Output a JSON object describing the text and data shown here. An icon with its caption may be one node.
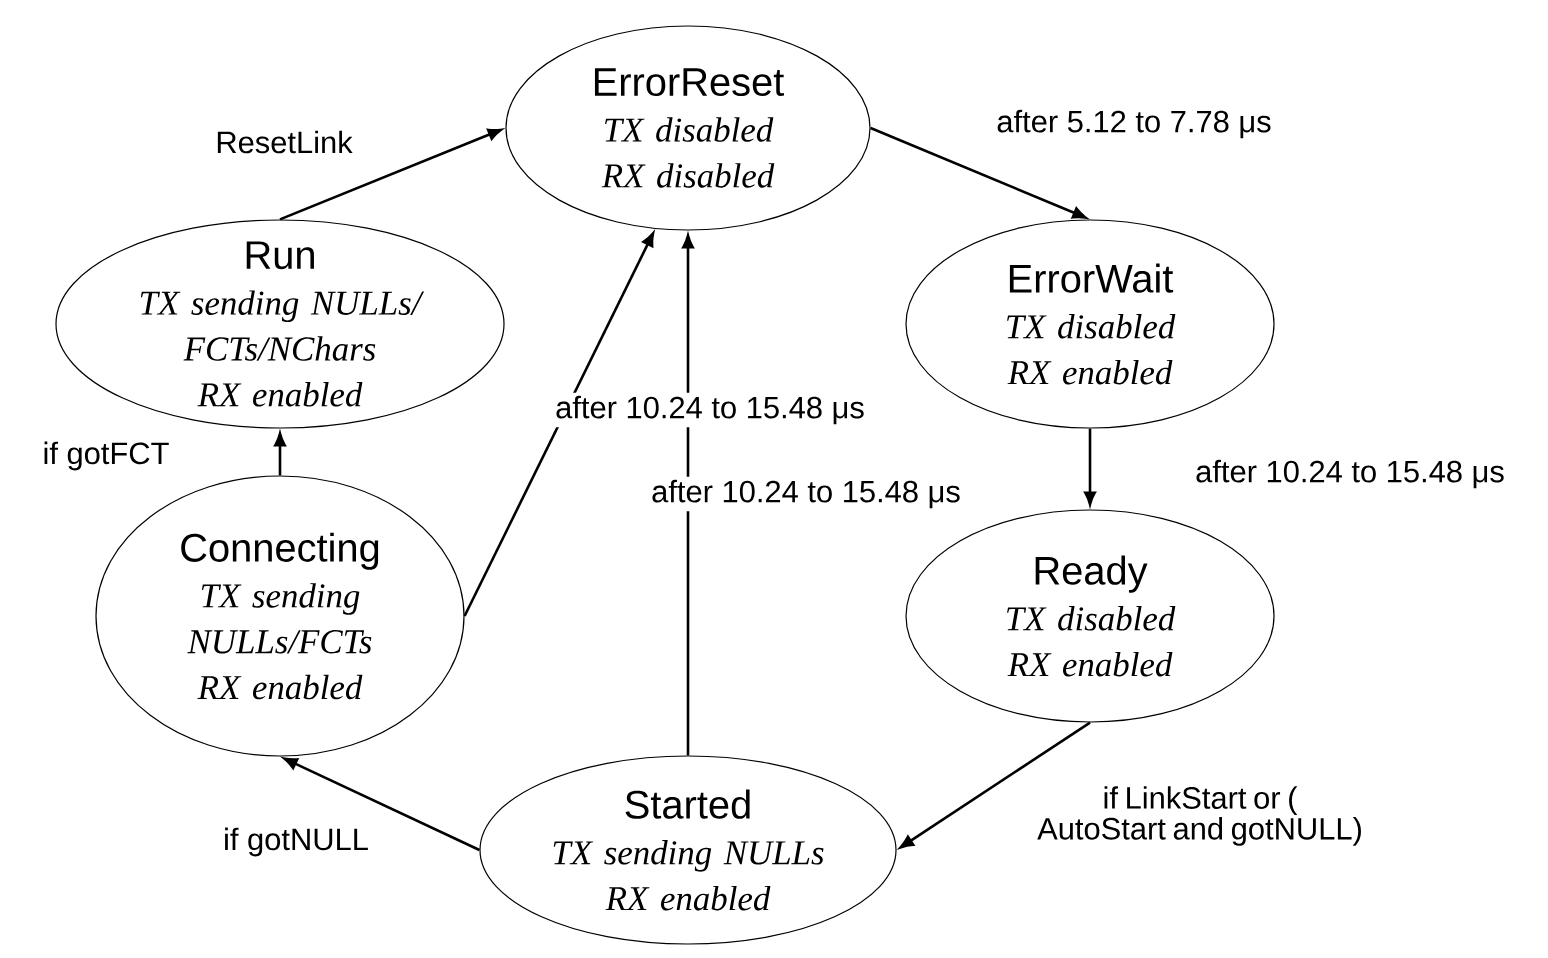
{
  "diagram": {
    "nodes": [
      {
        "text": [
          "ErrorReset",
          "TX disabled",
          "RX disabled"
        ]
      },
      {
        "text": [
          "ErrorWait",
          "TX disabled",
          "RX enabled"
        ]
      },
      {
        "text": [
          "Ready",
          "TX disabled",
          "RX enabled"
        ]
      },
      {
        "text": [
          "Started",
          "TX sending NULLs",
          "RX enabled"
        ]
      },
      {
        "text": [
          "Connecting",
          "TX sending NULLs/FCTs",
          "RX enabled"
        ]
      },
      {
        "text": [
          "Run",
          "TX sending NULLs/ FCTs/NChars",
          "RX enabled"
        ]
      }
    ],
    "edges": [
      {
        "from": 5,
        "to": 0,
        "arrow": "to",
        "label": "ResetLink"
      },
      {
        "from": 0,
        "to": 1,
        "arrow": "to",
        "label": "after 5.12 to 7.78 μs"
      },
      {
        "from": 1,
        "to": 2,
        "arrow": "to",
        "label": "after 10.24 to 15.48 μs"
      },
      {
        "from": 2,
        "to": 3,
        "arrow": "to",
        "label": "if LinkStart or ( AutoStart and gotNULL)"
      },
      {
        "from": 3,
        "to": 4,
        "arrow": "to",
        "label": "if gotNULL"
      },
      {
        "from": 4,
        "to": 5,
        "arrow": "to",
        "label": "if gotFCT"
      },
      {
        "from": 4,
        "to": 0,
        "arrow": "to",
        "label": "after 10.24 to 15.48 μs"
      },
      {
        "from": 3,
        "to": 0,
        "arrow": "to",
        "label": "after 10.24 to 15.48 μs"
      }
    ]
  }
}
